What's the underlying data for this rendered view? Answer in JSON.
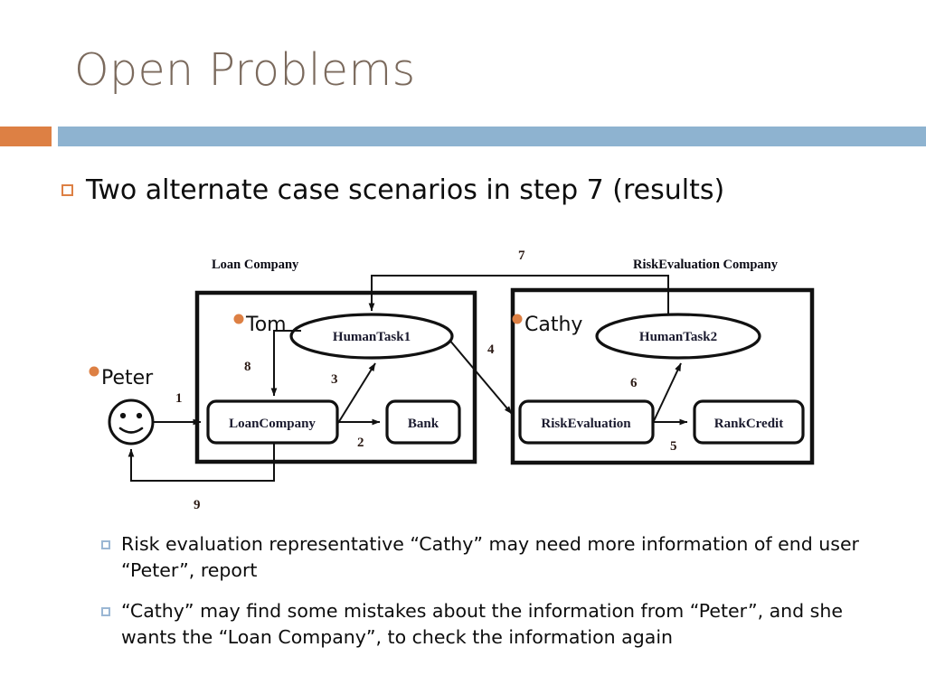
{
  "slide": {
    "title": "Open Problems",
    "accent_orange": "#dd8044",
    "accent_blue": "#8eb3d0",
    "title_color": "#7b6a5d"
  },
  "main_bullet": {
    "text": "Two alternate case scenarios in step 7 (results)",
    "marker": "hollow-square-orange"
  },
  "diagram": {
    "containers": [
      {
        "id": "loan-company",
        "title": "Loan Company"
      },
      {
        "id": "riskevaluation-company",
        "title": "RiskEvaluation Company"
      }
    ],
    "actors": [
      {
        "id": "peter",
        "label": "Peter"
      },
      {
        "id": "tom",
        "label": "Tom"
      },
      {
        "id": "cathy",
        "label": "Cathy"
      }
    ],
    "tasks": [
      {
        "id": "humantask1",
        "label": "HumanTask1",
        "shape": "ellipse"
      },
      {
        "id": "humantask2",
        "label": "HumanTask2",
        "shape": "ellipse"
      }
    ],
    "services": [
      {
        "id": "loancompany",
        "label": "LoanCompany",
        "shape": "rounded-rect"
      },
      {
        "id": "bank",
        "label": "Bank",
        "shape": "rounded-rect"
      },
      {
        "id": "riskevaluation",
        "label": "RiskEvaluation",
        "shape": "rounded-rect"
      },
      {
        "id": "rankcredit",
        "label": "RankCredit",
        "shape": "rounded-rect"
      }
    ],
    "flow_steps": [
      {
        "n": "1",
        "from": "peter",
        "to": "loancompany"
      },
      {
        "n": "2",
        "from": "loancompany",
        "to": "bank"
      },
      {
        "n": "3",
        "from": "loancompany",
        "to": "humantask1"
      },
      {
        "n": "4",
        "from": "humantask1",
        "to": "riskevaluation"
      },
      {
        "n": "5",
        "from": "riskevaluation",
        "to": "rankcredit"
      },
      {
        "n": "6",
        "from": "riskevaluation",
        "to": "humantask2"
      },
      {
        "n": "7",
        "from": "humantask2",
        "to": "humantask1"
      },
      {
        "n": "8",
        "from": "humantask1",
        "to": "loancompany"
      },
      {
        "n": "9",
        "from": "loancompany",
        "to": "peter"
      }
    ]
  },
  "sub_bullets": [
    {
      "text": "Risk evaluation representative “Cathy” may need more information of end user “Peter”, report",
      "marker": "hollow-square-blue"
    },
    {
      "text": "“Cathy” may find some mistakes about the information from “Peter”, and she wants the “Loan Company”, to check the information again",
      "marker": "hollow-square-blue"
    }
  ]
}
